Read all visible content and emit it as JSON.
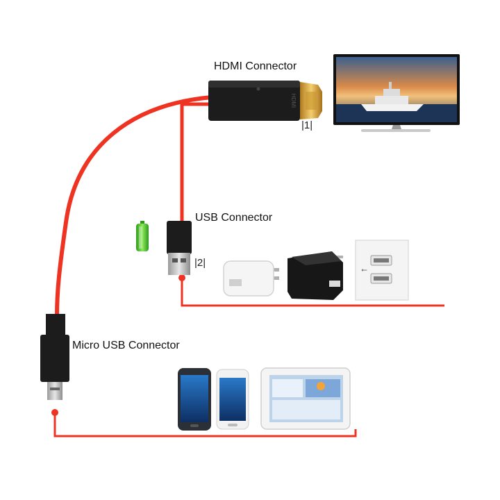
{
  "labels": {
    "hdmi_connector": "HDMI Connector",
    "usb_connector": "USB Connector",
    "micro_usb_connector": "Micro USB Connector"
  },
  "markers": {
    "hdmi": "|1|",
    "usb": "|2|"
  },
  "connector_print": {
    "hdmi_plug": "HDMI"
  },
  "icons": {
    "usb_symbol": "⭠"
  },
  "colors": {
    "cable_red": "#ee3322",
    "connector_black": "#1c1c1c",
    "gold_plug": "#d6a43a",
    "battery_green": "#49c52a"
  }
}
